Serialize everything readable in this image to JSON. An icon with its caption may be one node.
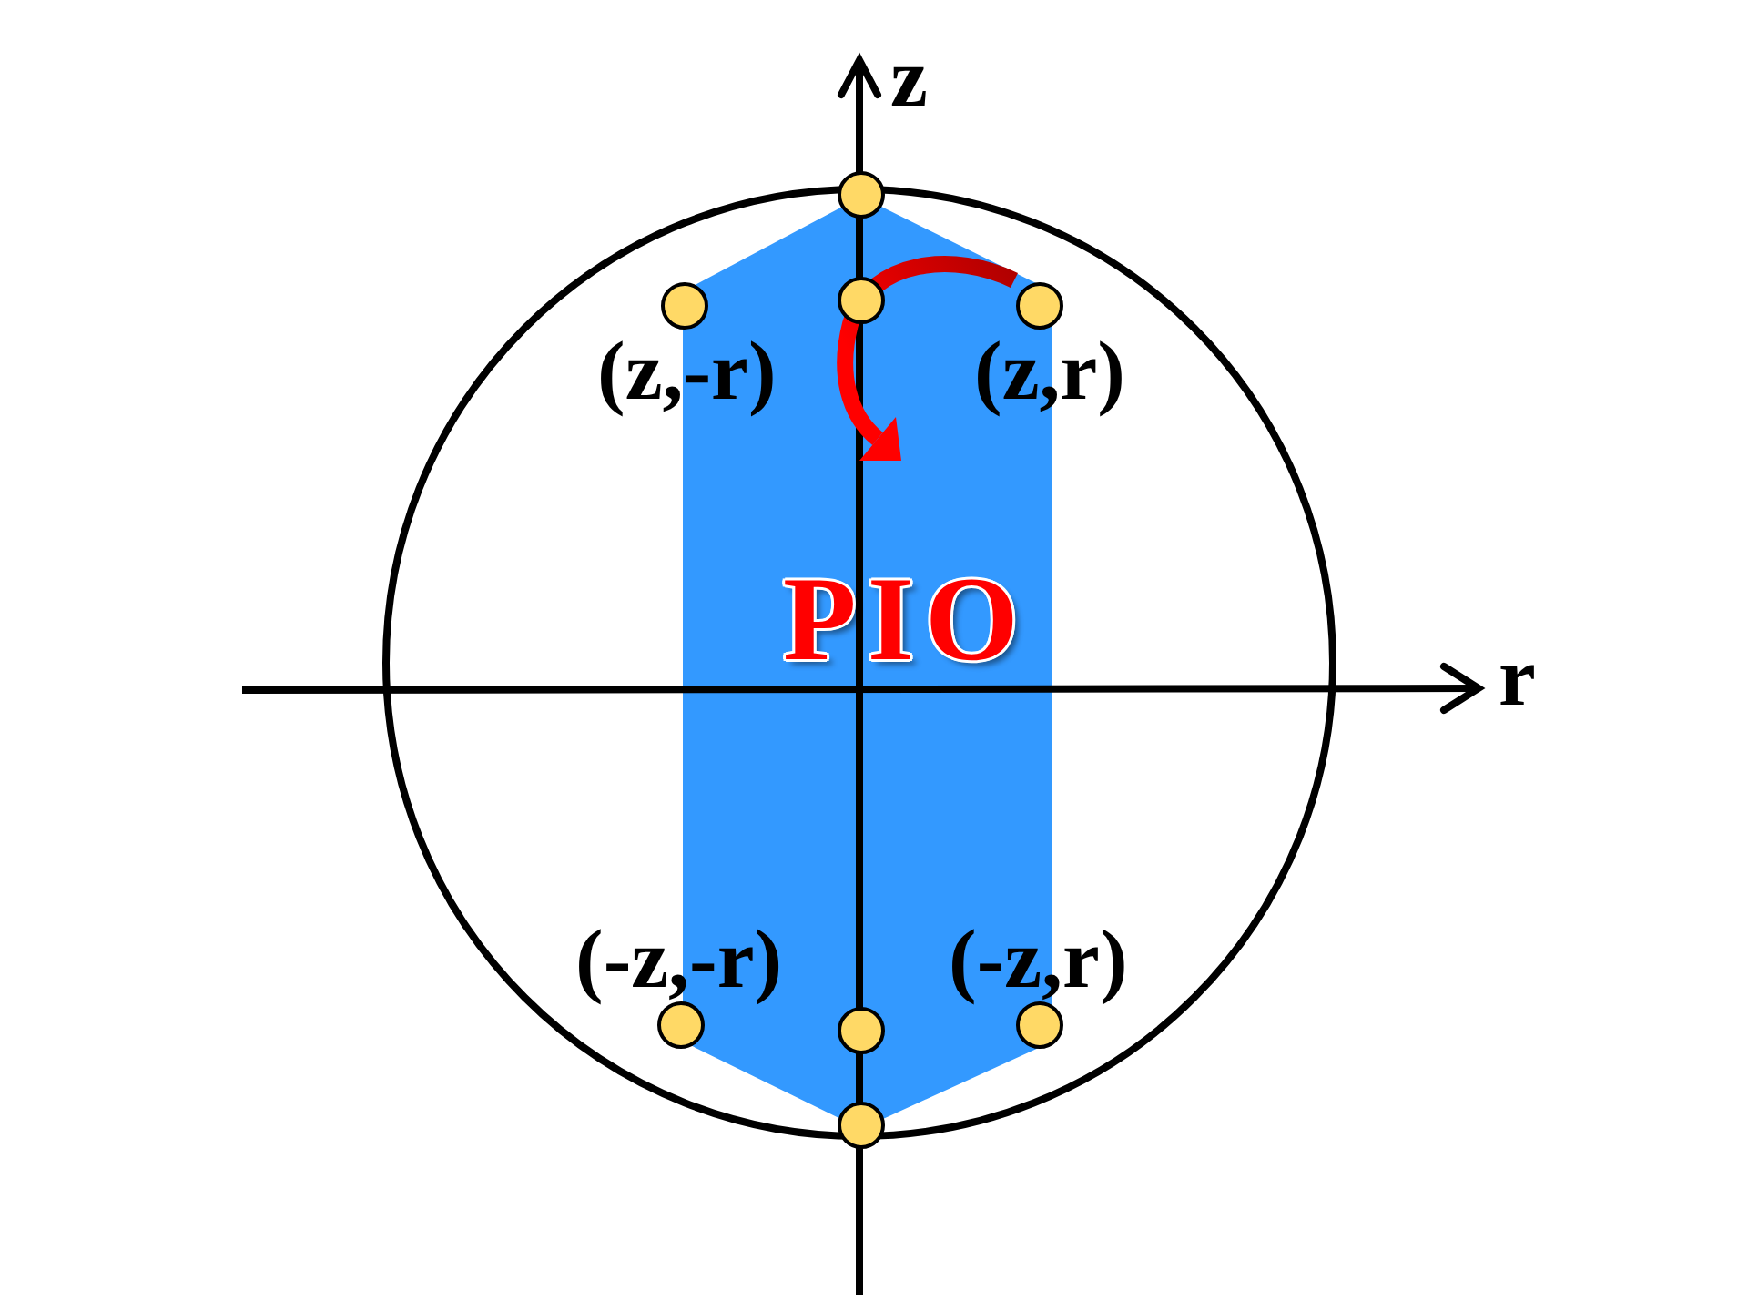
{
  "diagram": {
    "nodes": [
      {
        "text": [
          "PIO"
        ]
      }
    ],
    "labels": [
      "z",
      "(z,-r)",
      "(z,r)",
      "r",
      "(-z,-r)",
      "(-z,r)"
    ]
  }
}
